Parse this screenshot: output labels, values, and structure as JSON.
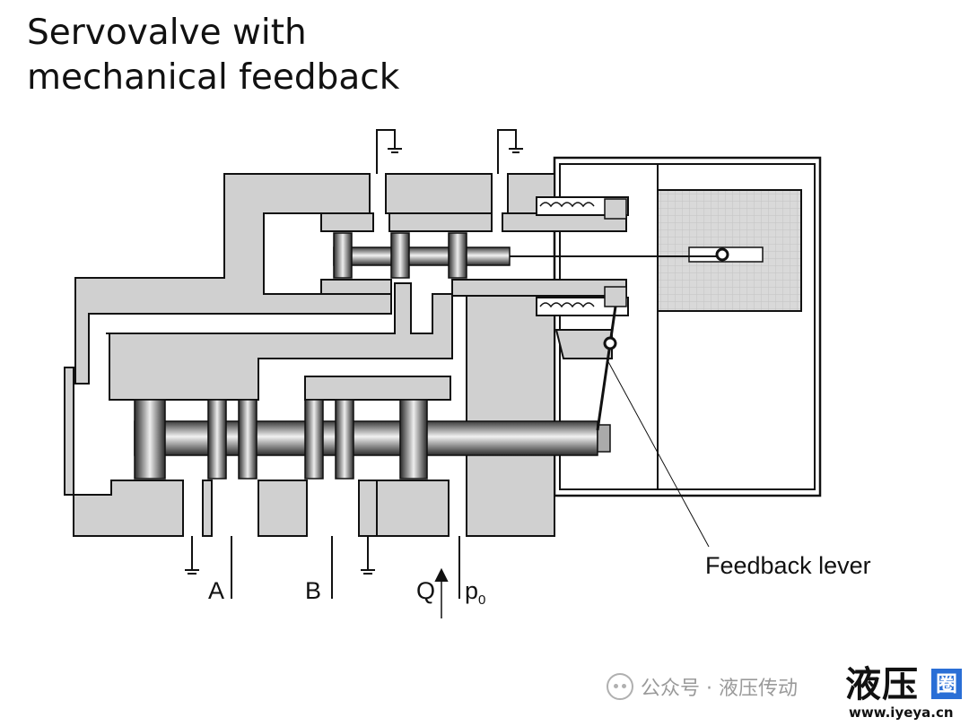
{
  "title": {
    "line1": "Servovalve with",
    "line2": "mechanical feedback"
  },
  "labels": {
    "feedback_lever": "Feedback lever",
    "port_a": "A",
    "port_b": "B",
    "flow": "Q",
    "pressure": "p",
    "pressure_sub": "0"
  },
  "watermark": {
    "text": "公众号 · 液压传动"
  },
  "logo": {
    "main": "液压",
    "box": "圈",
    "url": "www.iyeya.cn"
  }
}
